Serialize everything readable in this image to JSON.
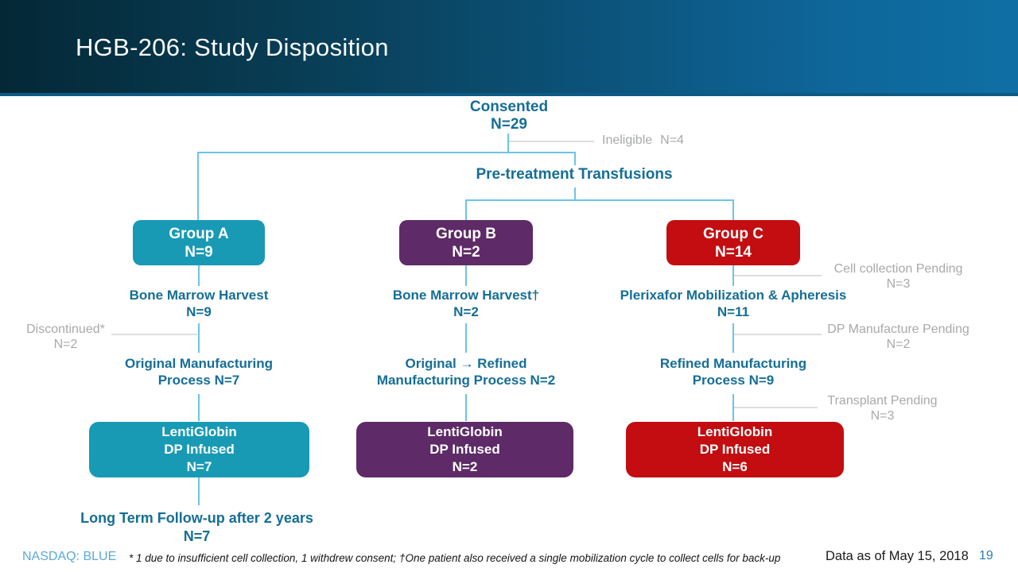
{
  "slide": {
    "title": "HGB-206: Study Disposition",
    "ticker": "NASDAQ: BLUE",
    "footnote": "* 1 due to insufficient cell collection, 1 withdrew consent; †One patient also received a single mobilization cycle to collect cells for back-up",
    "data_as_of": "Data as of May 15, 2018",
    "page_number": "19"
  },
  "colors": {
    "header_gradient_left": "#042836",
    "header_gradient_right": "#0f6fa4",
    "teal_box": "#189ab5",
    "purple_box": "#5e2a67",
    "red_box": "#c30d10",
    "teal_text": "#156e96",
    "connector_blue": "#6ac4ea",
    "gray_note": "#a8a9ab"
  },
  "flow": {
    "consented": {
      "label": "Consented",
      "n": "N=29"
    },
    "pretreatment": "Pre-treatment Transfusions",
    "groups": [
      {
        "label": "Group A",
        "n": "N=9",
        "harvest": [
          "Bone Marrow Harvest",
          "N=9"
        ],
        "process": [
          "Original Manufacturing",
          "Process N=7"
        ],
        "infused": [
          "LentiGlobin",
          "DP Infused",
          "N=7"
        ]
      },
      {
        "label": "Group B",
        "n": "N=2",
        "harvest": [
          "Bone Marrow Harvest†",
          "N=2"
        ],
        "process": [
          "Original → Refined",
          "Manufacturing Process N=2"
        ],
        "infused": [
          "LentiGlobin",
          "DP Infused",
          "N=2"
        ]
      },
      {
        "label": "Group C",
        "n": "N=14",
        "harvest": [
          "Plerixafor Mobilization & Apheresis",
          "N=11"
        ],
        "process": [
          "Refined Manufacturing",
          "Process N=9"
        ],
        "infused": [
          "LentiGlobin",
          "DP Infused",
          "N=6"
        ]
      }
    ],
    "annotations": {
      "ineligible": {
        "label": "Ineligible",
        "n": "N=4"
      },
      "discontinued": {
        "label": "Discontinued*",
        "n": "N=2"
      },
      "cell_collection_pending": {
        "label": "Cell collection Pending",
        "n": "N=3"
      },
      "dp_manufacture_pending": {
        "label": "DP Manufacture Pending",
        "n": "N=2"
      },
      "transplant_pending": {
        "label": "Transplant Pending",
        "n": "N=3"
      }
    },
    "followup": {
      "label": "Long Term Follow-up after 2 years",
      "n": "N=7"
    }
  }
}
